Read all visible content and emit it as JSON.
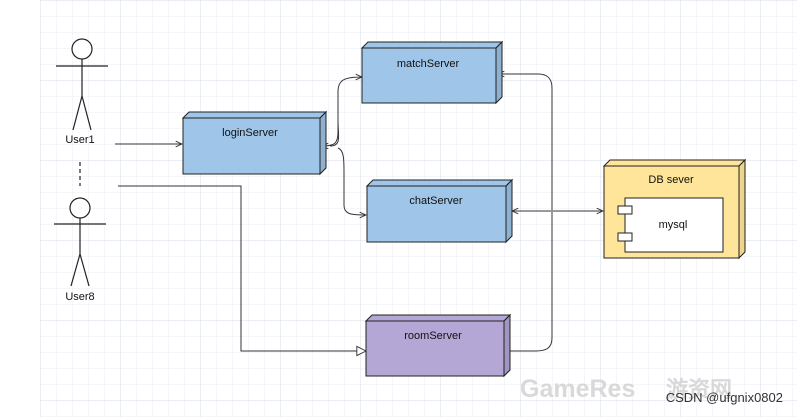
{
  "actors": [
    {
      "id": "user1",
      "label": "User1"
    },
    {
      "id": "user8",
      "label": "User8"
    }
  ],
  "nodes": [
    {
      "id": "login",
      "label": "loginServer",
      "fill": "#9fc5e8"
    },
    {
      "id": "match",
      "label": "matchServer",
      "fill": "#9fc5e8"
    },
    {
      "id": "chat",
      "label": "chatServer",
      "fill": "#9fc5e8"
    },
    {
      "id": "room",
      "label": "roomServer",
      "fill": "#b4a7d6"
    },
    {
      "id": "db",
      "label": "DB sever",
      "fill": "#ffe599"
    }
  ],
  "component": {
    "label": "mysql"
  },
  "watermark": {
    "brand": "GameRes",
    "cn": "游资网",
    "credit": "CSDN @ufgnix0802"
  },
  "colors": {
    "grid": "#dde3ee",
    "stroke": "#222222",
    "line": "#333333"
  }
}
